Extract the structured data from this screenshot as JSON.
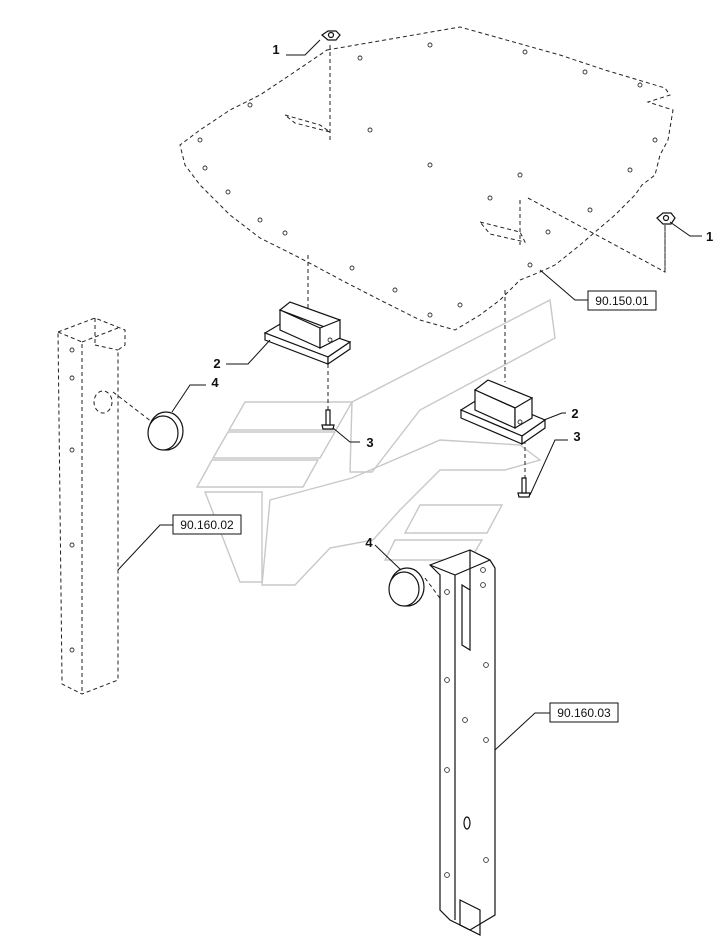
{
  "callouts": {
    "c1a": "1",
    "c1b": "1",
    "c2a": "2",
    "c2b": "2",
    "c3a": "3",
    "c3b": "3",
    "c4a": "4",
    "c4b": "4"
  },
  "refs": {
    "r1": "90.150.01",
    "r2": "90.160.02",
    "r3": "90.160.03"
  }
}
